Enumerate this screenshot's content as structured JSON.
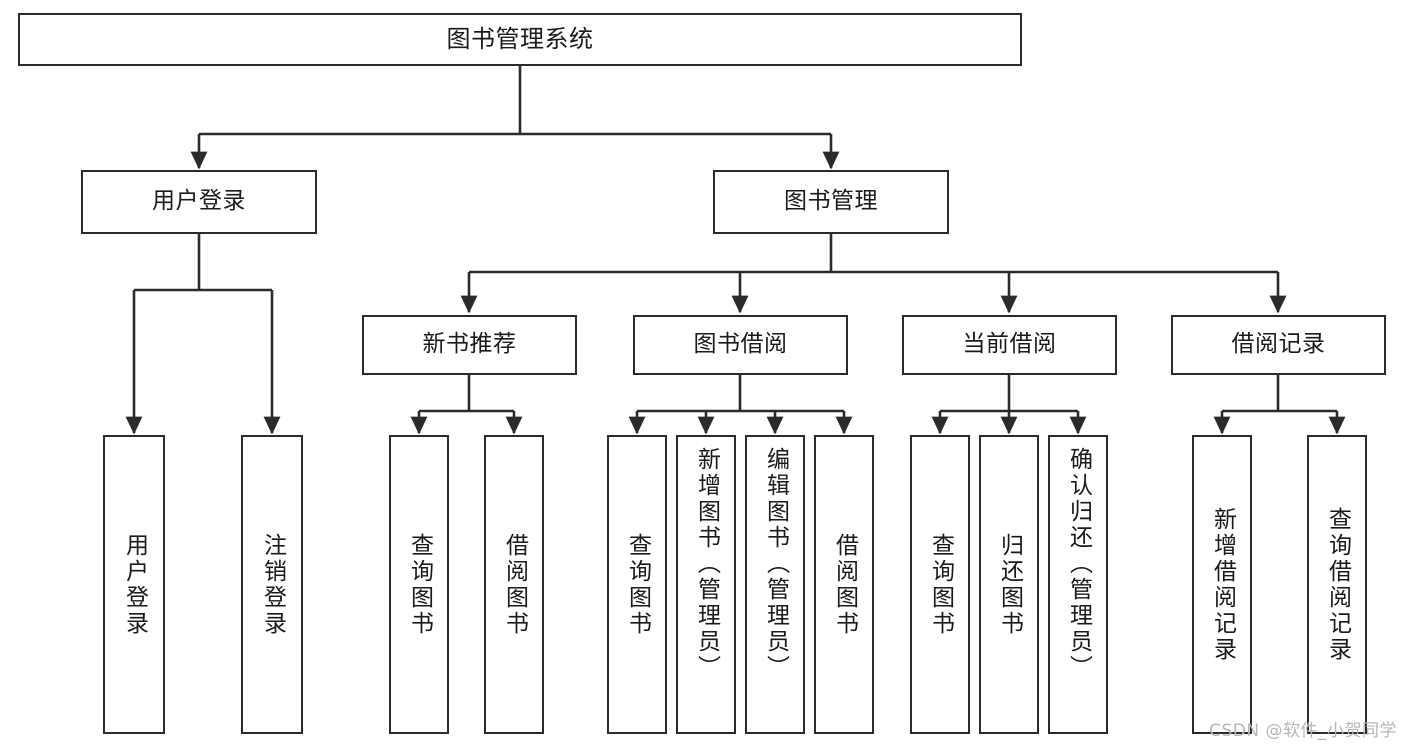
{
  "diagram": {
    "title": "图书管理系统",
    "type": "tree",
    "root": {
      "label": "图书管理系统"
    },
    "level2": [
      {
        "label": "用户登录"
      },
      {
        "label": "图书管理"
      }
    ],
    "level3": [
      {
        "label": "新书推荐"
      },
      {
        "label": "图书借阅"
      },
      {
        "label": "当前借阅"
      },
      {
        "label": "借阅记录"
      }
    ],
    "leaves": {
      "user_login": [
        {
          "label": "用户登录"
        },
        {
          "label": "注销登录"
        }
      ],
      "new_book_recommend": [
        {
          "label": "查询图书"
        },
        {
          "label": "借阅图书"
        }
      ],
      "book_borrow": [
        {
          "label": "查询图书"
        },
        {
          "label": "新增图书（管理员）"
        },
        {
          "label": "编辑图书（管理员）"
        },
        {
          "label": "借阅图书"
        }
      ],
      "current_borrow": [
        {
          "label": "查询图书"
        },
        {
          "label": "归还图书"
        },
        {
          "label": "确认归还（管理员）"
        }
      ],
      "borrow_record": [
        {
          "label": "新增借阅记录"
        },
        {
          "label": "查询借阅记录"
        }
      ]
    }
  },
  "watermark": {
    "text": "CSDN @软件_小贺同学"
  },
  "colors": {
    "stroke": "#2b2b2b",
    "fill": "#ffffff",
    "text": "#1a1a1a",
    "watermark": "#b6b6b6"
  }
}
